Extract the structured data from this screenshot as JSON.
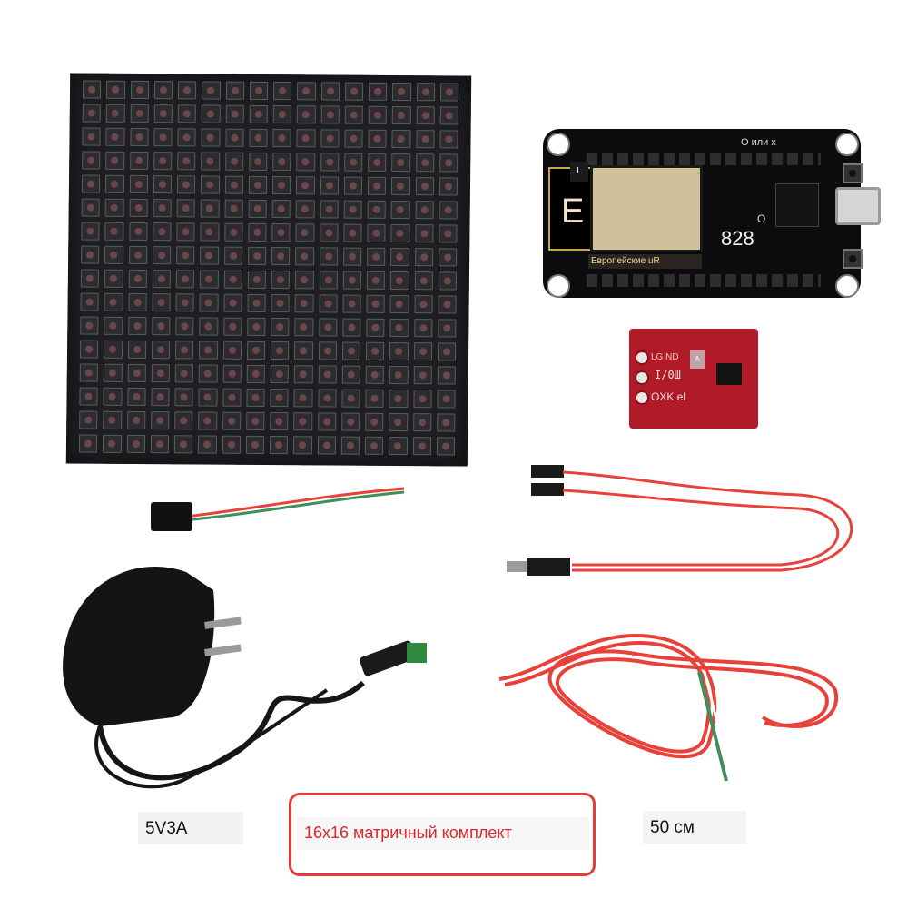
{
  "esp_board": {
    "e_letter": "E",
    "l_label": "L",
    "o_or_x_label": "О или x",
    "number_label": "828",
    "o_label": "O",
    "european_label": "Европейские uR"
  },
  "touch_module": {
    "lg_label": "LG ND",
    "a_label": "A",
    "io_label": "I/0Ш",
    "oxk_label": "OXK el"
  },
  "captions": {
    "adapter": "5V3A",
    "kit": "16x16 матричный комплект",
    "cable_length": "50 см"
  },
  "colors": {
    "kit_border": "#e53b3b",
    "kit_text": "#e1262a",
    "wire_red": "#e8413a",
    "wire_green": "#3f8f5a"
  },
  "matrix": {
    "rows": 16,
    "cols": 16
  }
}
